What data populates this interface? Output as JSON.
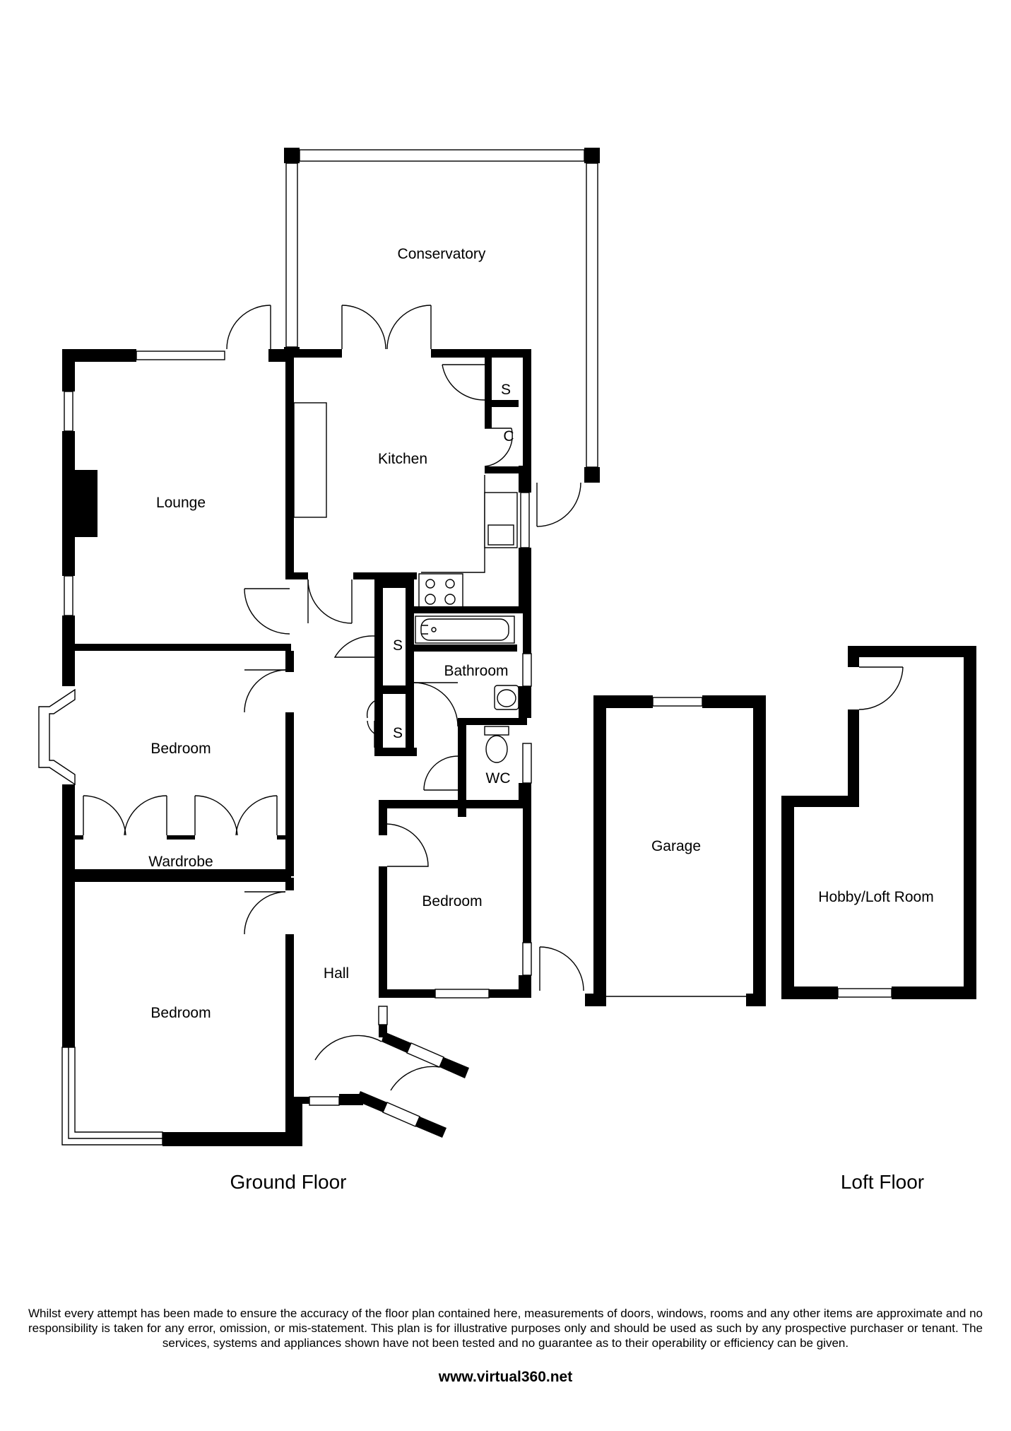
{
  "floors": {
    "ground": "Ground Floor",
    "loft": "Loft Floor"
  },
  "rooms": {
    "conservatory": "Conservatory",
    "kitchen": "Kitchen",
    "lounge": "Lounge",
    "store_kitchen": "S",
    "cupboard_kitchen": "C",
    "store_hall_1": "S",
    "store_hall_2": "S",
    "bathroom": "Bathroom",
    "wc": "WC",
    "bedroom_1": "Bedroom",
    "wardrobe": "Wardrobe",
    "bedroom_2": "Bedroom",
    "bedroom_3": "Bedroom",
    "hall": "Hall",
    "garage": "Garage",
    "hobby_loft_room": "Hobby/Loft Room"
  },
  "disclaimer": "Whilst every attempt has been made to ensure the accuracy of the floor plan contained here, measurements of doors, windows, rooms and any other items are approximate and no responsibility is taken for any error, omission, or mis-statement. This plan is for illustrative purposes only and should be used as such by any prospective purchaser or tenant. The services, systems and appliances shown have not been tested and no guarantee as to their operability or efficiency can be given.",
  "website": "www.virtual360.net"
}
